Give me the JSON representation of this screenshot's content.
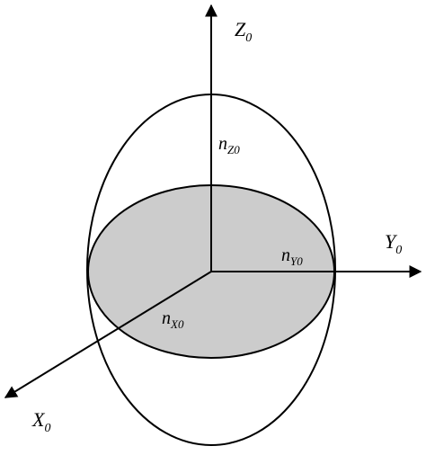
{
  "axes": {
    "z": {
      "symbol": "Z",
      "subscript": "0"
    },
    "y": {
      "symbol": "Y",
      "subscript": "0"
    },
    "x": {
      "symbol": "X",
      "subscript": "0"
    }
  },
  "indices": {
    "nz": {
      "symbol": "n",
      "subscript": "Z0"
    },
    "ny": {
      "symbol": "n",
      "subscript": "Y0"
    },
    "nx": {
      "symbol": "n",
      "subscript": "X0"
    }
  },
  "colors": {
    "line": "#000000",
    "ellipse_fill": "#cccccc",
    "background": "#ffffff"
  }
}
